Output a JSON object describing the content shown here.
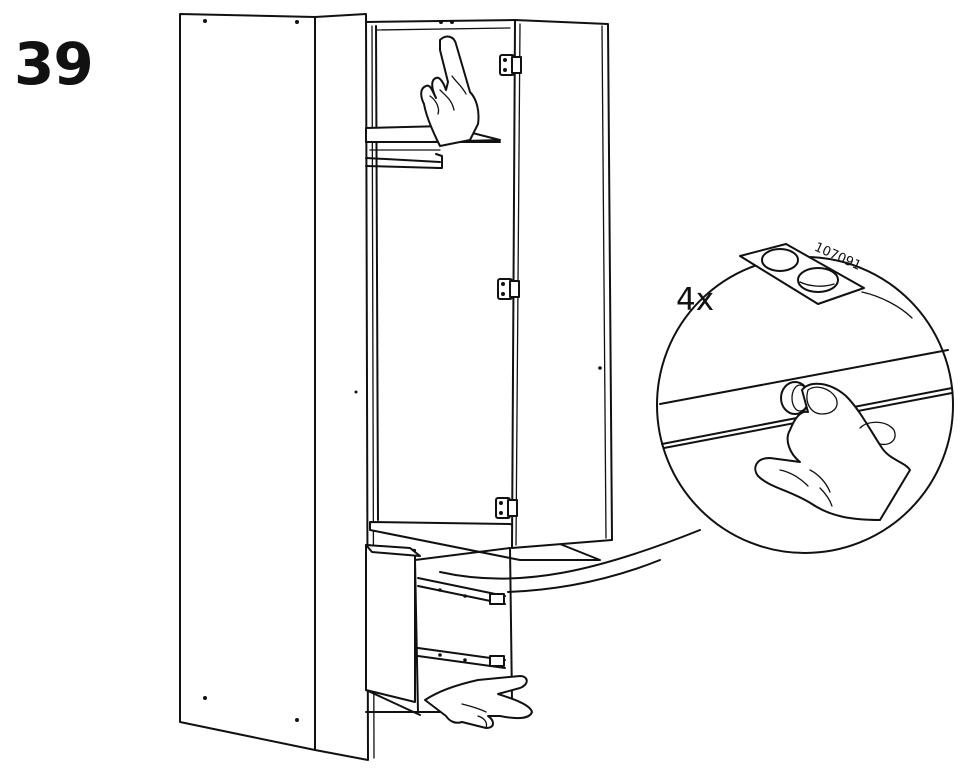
{
  "step": {
    "number": "39"
  },
  "detail": {
    "quantity": "4x",
    "part_number": "107091"
  },
  "icons": {
    "hand_top": "pointing-hand-icon",
    "hand_bottom": "pointing-hand-icon",
    "hand_detail": "pressing-hand-icon",
    "bumper_pads": "adhesive-bumper-pad-icon"
  }
}
